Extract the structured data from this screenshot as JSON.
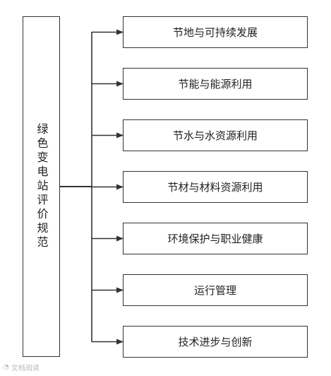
{
  "root": {
    "label": "绿色变电站评价规范"
  },
  "children": [
    {
      "label": "节地与可持续发展"
    },
    {
      "label": "节能与能源利用"
    },
    {
      "label": "节水与水资源利用"
    },
    {
      "label": "节材与材料资源利用"
    },
    {
      "label": "环境保护与职业健康"
    },
    {
      "label": "运行管理"
    },
    {
      "label": "技术进步与创新"
    }
  ],
  "colors": {
    "line": "#333333",
    "box_border": "#333333",
    "text": "#222222"
  },
  "watermark": {
    "icon": "weibo-icon",
    "text": "文档阅读"
  }
}
